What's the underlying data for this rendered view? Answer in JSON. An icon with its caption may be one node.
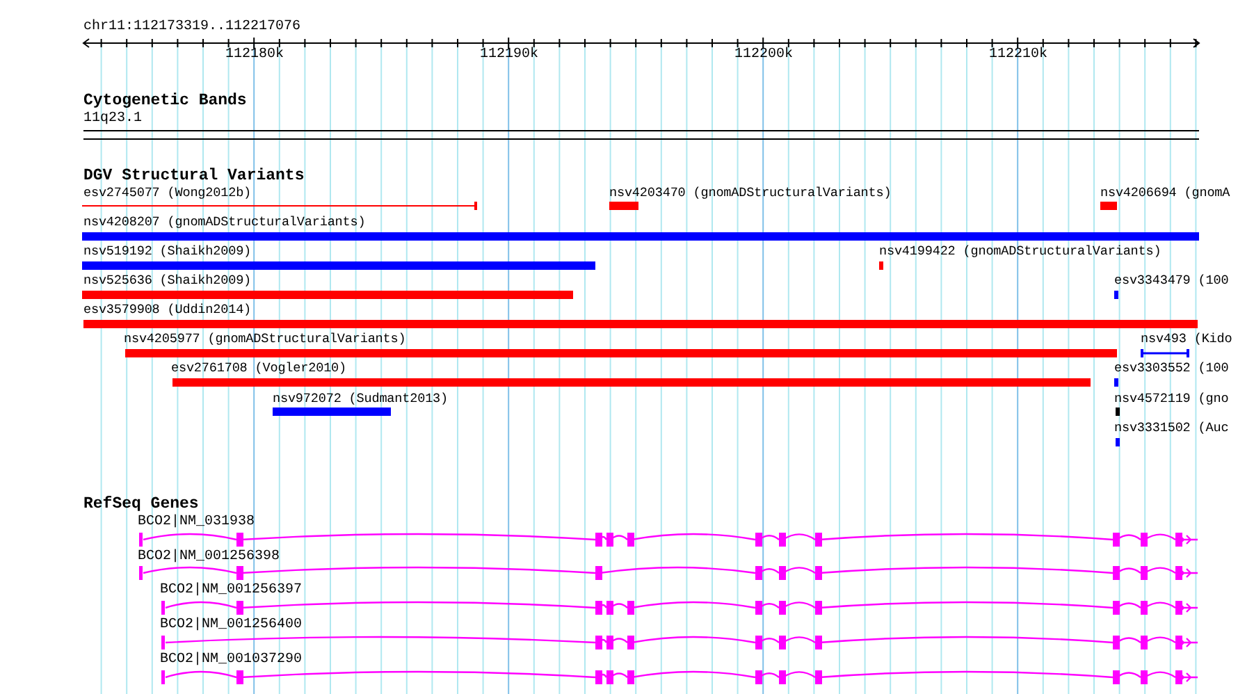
{
  "diagram": {
    "labels": [
      "chr11:112173319..112217076",
      "112180k",
      "112190k",
      "112200k",
      "112210k",
      "Cytogenetic Bands",
      "11q23.1",
      "DGV Structural Variants",
      "esv2745077 (Wong2012b)",
      "nsv4203470 (gnomADStructuralVariants)",
      "nsv4206694 (gnomA",
      "nsv4208207 (gnomADStructuralVariants)",
      "nsv519192 (Shaikh2009)",
      "nsv4199422 (gnomADStructuralVariants)",
      "nsv525636 (Shaikh2009)",
      "esv3343479 (100",
      "esv3579908 (Uddin2014)",
      "nsv4205977 (gnomADStructuralVariants)",
      "nsv493 (Kido",
      "esv2761708 (Vogler2010)",
      "esv3303552 (100",
      "nsv972072 (Sudmant2013)",
      "nsv4572119 (gno",
      "nsv3331502 (Auc",
      "RefSeq Genes",
      "BCO2|NM_031938",
      "BCO2|NM_001256398",
      "BCO2|NM_001256397",
      "BCO2|NM_001256400",
      "BCO2|NM_001037290"
    ]
  }
}
